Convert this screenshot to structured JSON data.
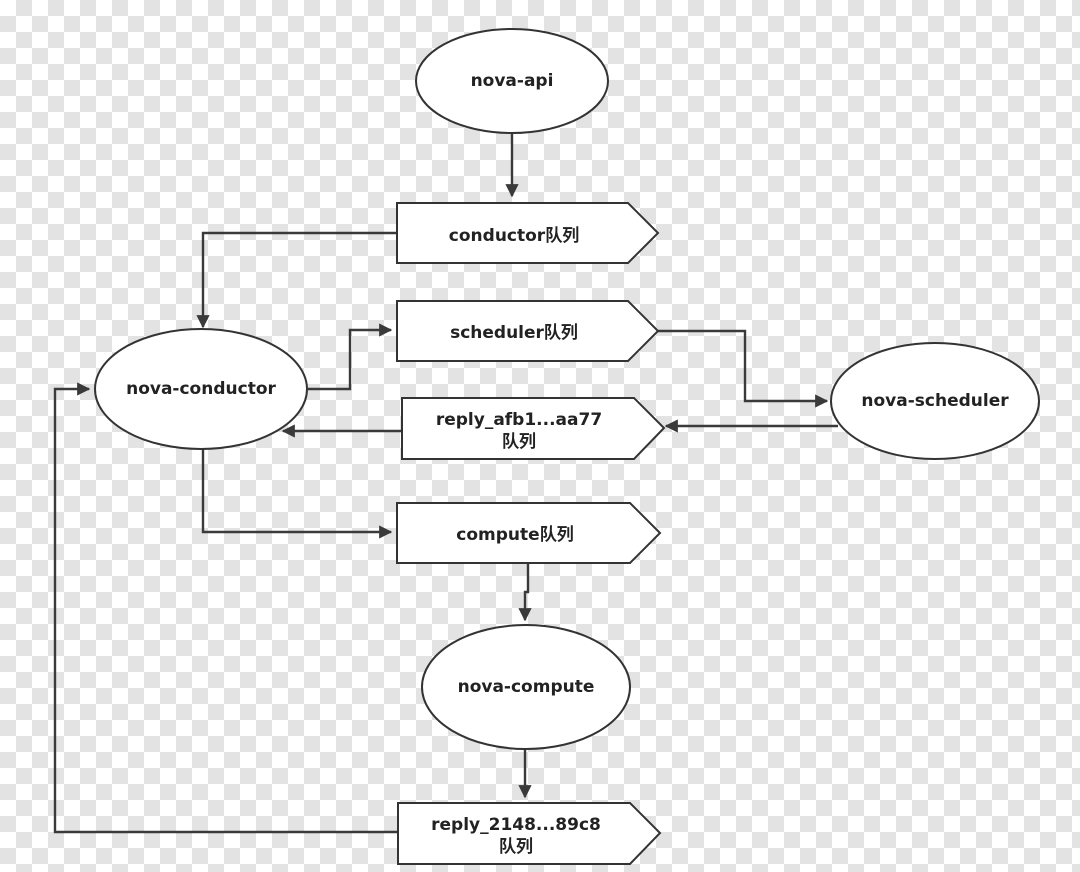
{
  "diagram": {
    "services": {
      "nova_api": "nova-api",
      "nova_conductor": "nova-conductor",
      "nova_scheduler": "nova-scheduler",
      "nova_compute": "nova-compute"
    },
    "queues": {
      "conductor": "conductor队列",
      "scheduler": "scheduler队列",
      "reply_scheduler_line1": "reply_afb1...aa77",
      "reply_scheduler_line2": "队列",
      "compute": "compute队列",
      "reply_compute_line1": "reply_2148...89c8",
      "reply_compute_line2": "队列"
    }
  },
  "colors": {
    "stroke": "#333333",
    "fill": "#ffffff",
    "checker": "#e3e3e3"
  }
}
